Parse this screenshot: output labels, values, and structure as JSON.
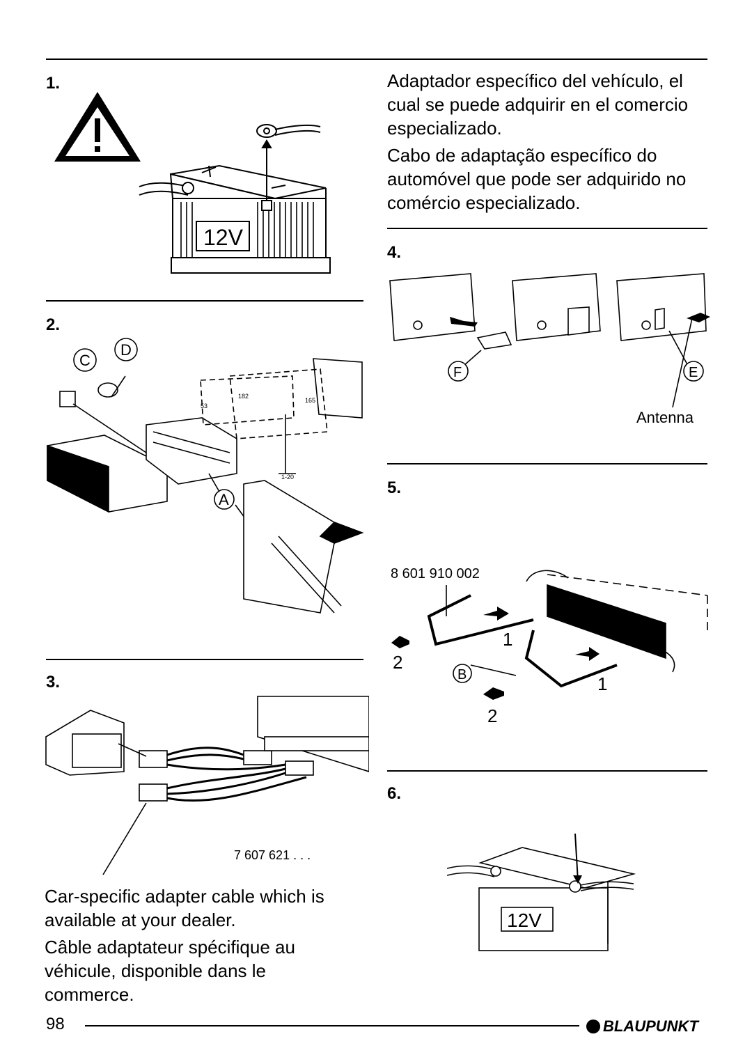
{
  "steps": [
    {
      "number": "1."
    },
    {
      "number": "2."
    },
    {
      "number": "3."
    },
    {
      "number": "4."
    },
    {
      "number": "5."
    },
    {
      "number": "6."
    }
  ],
  "labels": {
    "battery_voltage": "12V",
    "letter_c": "C",
    "letter_d": "D",
    "letter_a": "A",
    "letter_f": "F",
    "letter_e": "E",
    "letter_b": "B",
    "antenna": "Antenna",
    "dim_182": "182",
    "dim_53": "53",
    "dim_165": "165",
    "dim_120": "1-20",
    "part_cable": "7 607 621 . . .",
    "part_key": "8 601 910 002",
    "arrow_1a": "1",
    "arrow_1b": "1",
    "arrow_2a": "2",
    "arrow_2b": "2"
  },
  "text": {
    "es": "Adaptador específico del vehículo, el cual se puede adquirir en el comercio especializado.",
    "pt": "Cabo de adaptação específico do automóvel que pode ser adquirido no comércio especializado.",
    "en": "Car-specific adapter cable which is available at your dealer.",
    "fr": "Câble adaptateur spécifique au véhicule, disponible dans le commerce."
  },
  "footer": {
    "page_number": "98",
    "brand": "BLAUPUNKT"
  }
}
